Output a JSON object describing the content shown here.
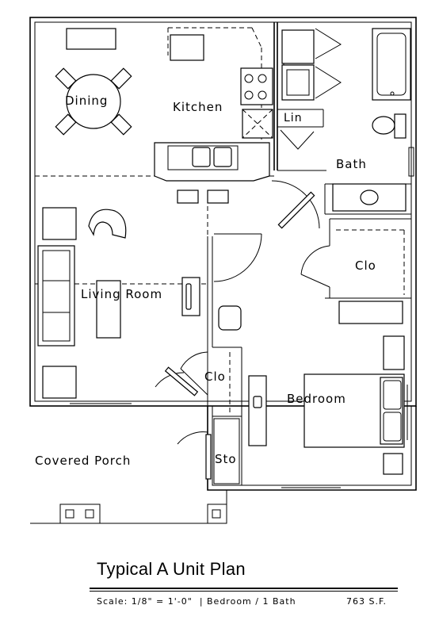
{
  "plan": {
    "rooms": {
      "dining": "Dining",
      "kitchen": "Kitchen",
      "linen": "Lin",
      "bath": "Bath",
      "living_room": "Living Room",
      "closet_bedroom": "Clo",
      "closet_hall": "Clo",
      "bedroom": "Bedroom",
      "covered_porch": "Covered Porch",
      "storage": "Sto"
    }
  },
  "caption": {
    "title": "Typical  A Unit Plan",
    "scale": "Scale: 1/8\" = 1'-0\"  | Bedroom / 1 Bath",
    "area": "763 S.F."
  }
}
